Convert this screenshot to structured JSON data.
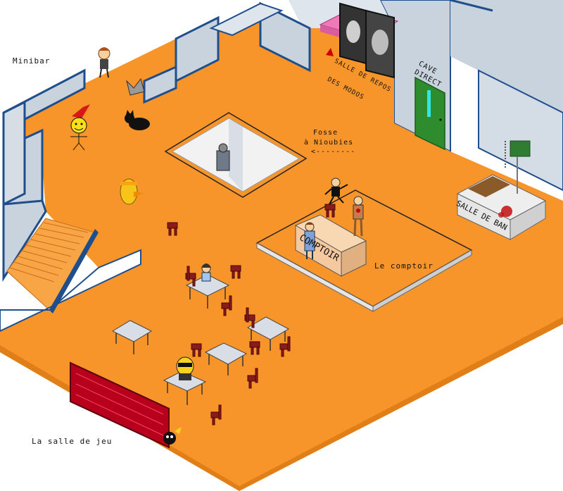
{
  "scene": {
    "title": "",
    "colors": {
      "floor": "#f7952b",
      "floor_edge": "#e07e18",
      "wall": "#c9d3dd",
      "wall_top": "#1f4e8c",
      "platform": "#f7952b",
      "platform_side": "#e6e6e6",
      "door": "#2e8b2e",
      "bench": "#f07ab8",
      "counter": "#f5c9a0",
      "chair": "#8b1a1a",
      "table": "#d8dde6",
      "jackpot": "#b8001c"
    },
    "labels": {
      "minibar": "Minibar",
      "salle_repos_line1": "SALLE DE REPOS",
      "salle_repos_line2": "DES MODOS",
      "cave_line1": "CAVE",
      "cave_line2": "DIRECT",
      "fosse_line1": "Fosse",
      "fosse_line2": "à Nioubies",
      "fosse_line3": "<--------",
      "comptoir_sign": "COMPTOIR",
      "le_comptoir": "Le comptoir",
      "salle_de_ban": "SALLE DE BAN",
      "salle_de_jeu": "La salle de jeu"
    }
  }
}
